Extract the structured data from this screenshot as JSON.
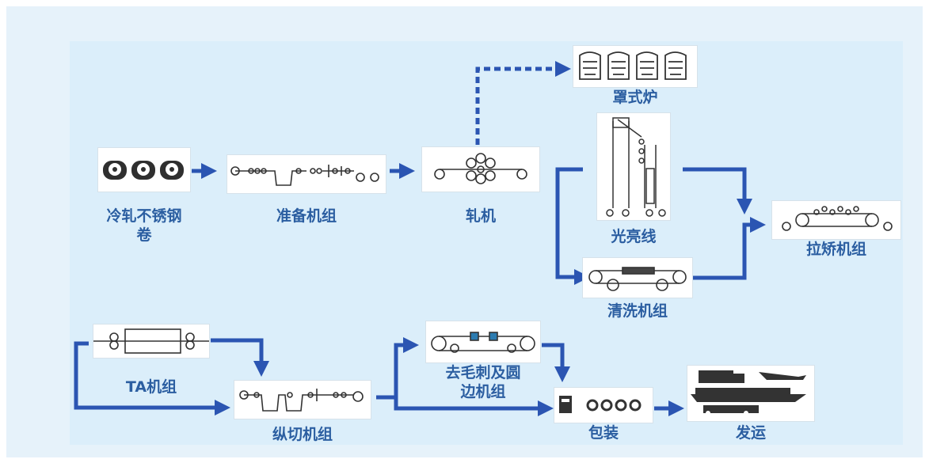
{
  "nodes": {
    "coil": {
      "label_line1": "冷轧不锈钢",
      "label_line2": "卷"
    },
    "prep": {
      "label": "准备机组"
    },
    "mill": {
      "label": "轧机"
    },
    "bell_furnace": {
      "label": "罩式炉"
    },
    "bright_line": {
      "label": "光亮线"
    },
    "cleaning": {
      "label": "清洗机组"
    },
    "leveler": {
      "label": "拉矫机组"
    },
    "ta": {
      "label": "TA机组"
    },
    "slitting": {
      "label": "纵切机组"
    },
    "deburr": {
      "label_line1": "去毛刺及圆",
      "label_line2": "边机组"
    },
    "packing": {
      "label": "包装"
    },
    "shipping": {
      "label": "发运"
    }
  },
  "colors": {
    "arrow": "#2b55b2",
    "label": "#2b5ea1",
    "icon": "#333333",
    "panel": "#e6f2fa"
  }
}
